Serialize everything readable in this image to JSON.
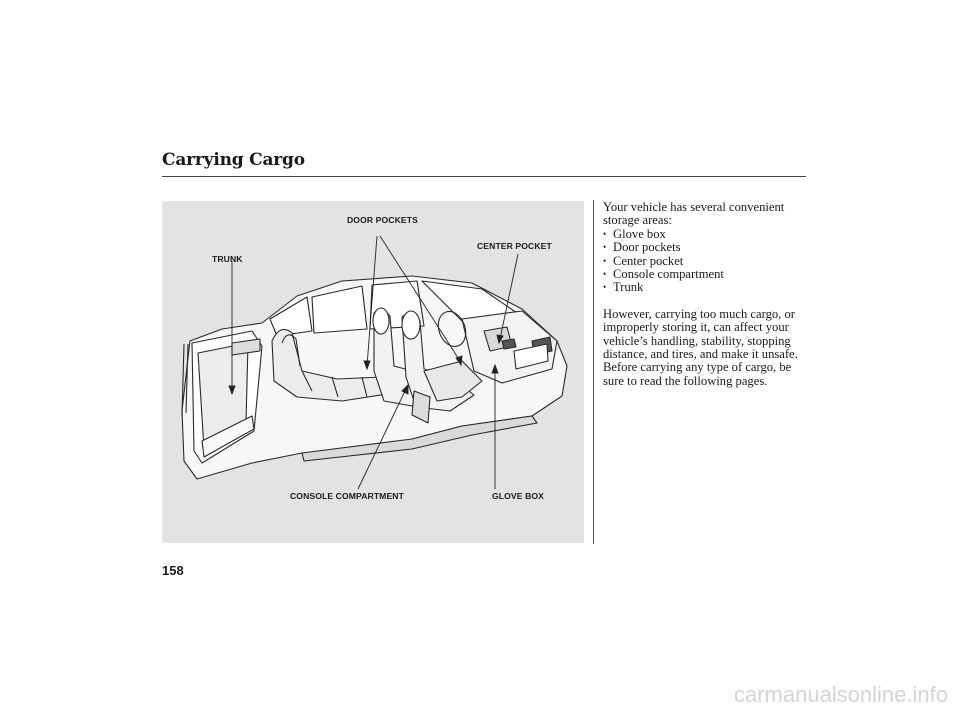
{
  "page": {
    "title": "Carrying Cargo",
    "page_number": "158",
    "watermark": "carmanualsonline.info"
  },
  "figure": {
    "callouts": {
      "door_pockets": "DOOR POCKETS",
      "center_pocket": "CENTER POCKET",
      "trunk": "TRUNK",
      "console_compartment": "CONSOLE COMPARTMENT",
      "glove_box": "GLOVE BOX"
    }
  },
  "body": {
    "intro": "Your vehicle has several convenient storage areas:",
    "bullets": [
      "Glove box",
      "Door pockets",
      "Center pocket",
      "Console compartment",
      "Trunk"
    ],
    "paragraph": "However, carrying too much cargo, or improperly storing it, can affect your vehicle’s handling, stability, stopping distance, and tires, and make it unsafe. Before carrying any type of cargo, be sure to read the following pages.",
    "bullet_glyph": "•"
  }
}
